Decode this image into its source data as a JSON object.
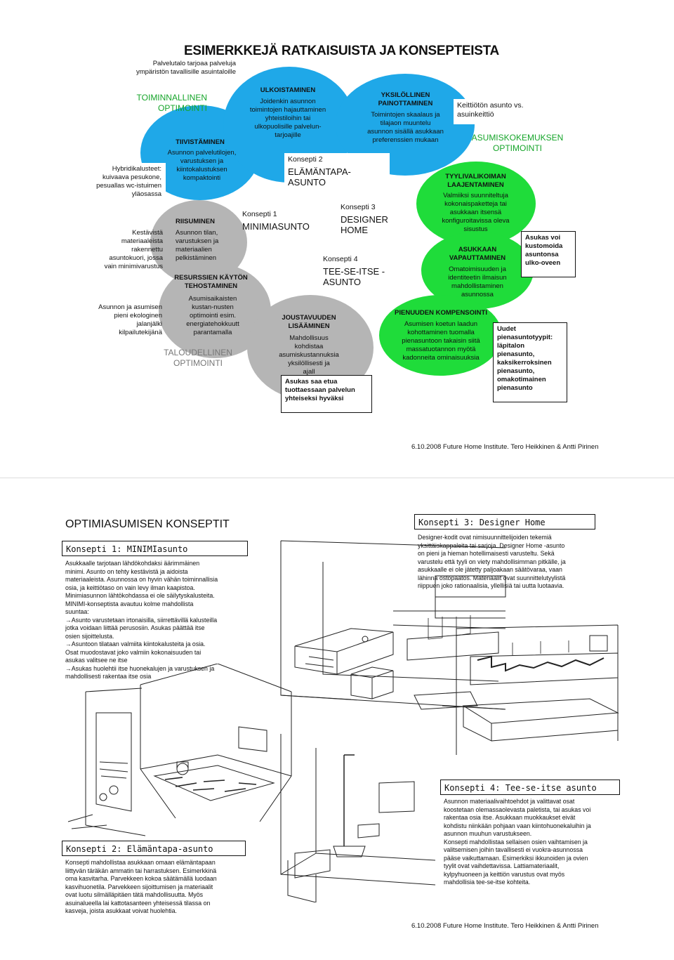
{
  "page1": {
    "title": "ESIMERKKEJÄ RATKAISUISTA JA KONSEPTEISTA",
    "palvelutalo": "Palvelutalo tarjoaa palveluja\nympäristön tavallisille asuintaloille",
    "toiminnallinen": "TOIMINNALLINEN\nOPTIMOINTI",
    "hybridi": "Hybridikalusteet:\nkuivaava pesukone,\npesuallas wc-istuimen\nyläosassa",
    "kestavista": "Kestävistä\nmateriaaleista\nrakennettu\nasuntokuori, jossa\nvain minimivarustus",
    "ekologinen": "Asunnon ja asumisen\npieni ekologinen\njalanjälki\nkilpailutekijänä",
    "tiivistaminen_title": "TIIVISTÄMINEN",
    "tiivistaminen_body": "Asunnon palvelutilojen,\nvarustuksen ja\nkiintokalustuksen\nkompaktointi",
    "riisuminen_title": "RIISUMINEN",
    "riisuminen_body": "Asunnon tilan,\nvarustuksen ja\nmateriaalien\npelkistäminen",
    "resurssien_title": "RESURSSIEN KÄYTÖN\nTEHOSTAMINEN",
    "resurssien_body": "Asumisaikaisten\nkustan-nusten\noptimointi esim.\nenergiatehokkuutt\nparantamalla",
    "taloudellinen": "TALOUDELLINEN\nOPTIMOINTI",
    "ulkoistaminen_title": "ULKOISTAMINEN",
    "ulkoistaminen_body": "Joidenkin asunnon\ntoimintojen hajauttaminen\nyhteistiloihin tai\nulkopuolisille palvelun-\ntarjoajille",
    "k1_label": "Konsepti 1",
    "k1_name": "MINIMIASUNTO",
    "k2_label": "Konsepti 2",
    "k2_name": "ELÄMÄNTAPA-ASUNTO",
    "k3_label": "Konsepti 3",
    "k3_name": "DESIGNER HOME",
    "k4_label": "Konsepti 4",
    "k4_name": "TEE-SE-ITSE -ASUNTO",
    "yksilollinen_title": "YKSILÖLLINEN\nPAINOTTAMINEN",
    "yksilollinen_body": "Toimintojen skaalaus ja\ntilajaon muuntelu\nasunnon sisällä asukkaan\npreferenssien mukaan",
    "joustavuuden_title": "JOUSTAVUUDEN\nLISÄÄMINEN",
    "joustavuuden_body": "Mahdollisuus\nkohdistaa\nasumiskustannuksia\nyksilöllisesti ja\najall",
    "asukas_saa": "Asukas saa etua\ntuottaessaan palvelun\nyhteiseksi hyväksi",
    "keittioton": "Keittiötön asunto vs.\nasuinkeittiö",
    "asumiskokemuksen": "ASUMISKOKEMUKSEN\nOPTIMOINTI",
    "tyylivalikoiman_title": "TYYLIVALIKOIMAN\nLAAJENTAMINEN",
    "tyylivalikoiman_body": "Valmiiksi suunniteltuja\nkokonaispaketteja tai\nasukkaan itsensä\nkonfiguroitavissa oleva\nsisustus",
    "asukkaan_title": "ASUKKAAN\nVAPAUTTAMINEN",
    "asukkaan_body": "Omatoimisuuden ja\nidentiteetin ilmaisun\nmahdollistaminen\nasunnossa",
    "pienuuden_title": "PIENUUDEN KOMPENSOINTI",
    "pienuuden_body": "Asumisen koetun laadun\nkohottaminen tuomalla\npienasuntoon takaisin siitä\nmassatuotannon myötä\nkadonneita ominaisuuksia",
    "asukas_voi": "Asukas voi\nkustomoida\nasuntonsa\nulko-oveen",
    "uudet": "Uudet\npienasuntotyypit:\nläpitalon\npienasunto,\nkaksikerroksinen\npienasunto,\nomakotimainen\npienasunto",
    "footer": "6.10.2008 Future Home Institute. Tero Heikkinen & Antti Pirinen"
  },
  "page2": {
    "main_title": "OPTIMIASUMISEN KONSEPTIT",
    "k1_title": "Konsepti 1: MINIMIasunto",
    "k1_text": "Asukkaalle tarjotaan lähdökohdaksi äärimmäinen\nminimi. Asunto on tehty kestävistä ja aidoista\nmateriaaleista. Asunnossa on hyvin vähän toiminnallisia\nosia, ja keittiötaso on vain levy ilman kaapistoa.\nMinimiasunnon lähtökohdassa ei ole säilytyskalusteita.\nMINIMI-konseptista avautuu kolme mahdollista\nsuuntaa:\n→Asunto varustetaan irtonaisilla, siirrettävillä kalusteilla\njotka voidaan liittää perusosiin. Asukas päättää itse\nosien sijoittelusta.\n→Asuntoon tilataan valmiita kiintokalusteita ja osia.\nOsat muodostavat joko valmiin kokonaisuuden tai\nasukas valitsee ne itse\n→Asukas huolehtii itse huonekalujen ja varustuksen ja\nmahdollisesti rakentaa itse osia",
    "k3_title": "Konsepti 3: Designer Home",
    "k3_text": "Designer-kodit ovat nimisuunnittelijoiden tekemiä\nyksittäiskappaleita tai sarjoja. Designer Home -asunto\non pieni ja hieman hotellimaisesti varusteltu. Sekä\nvarustelu että tyyli on viety mahdollisimman pitkälle, ja\nasukkaalle ei ole jätetty paljoakaan säätövaraa, vaan\nlähinnä osto­päätös. Materiaalit ovat suunnittelutyylistä\nriippuen joko rationaalisia, yllellisiä tai uutta luotaavia.",
    "k4_title": "Konsepti 4: Tee-se-itse asunto",
    "k4_text": "Asunnon materiaalivaihtoehdot ja valittavat osat\nkoostetaan olemassaolevasta paletista, tai asukas voi\nrakentaa osia itse. Asukkaan muokkaukset eivät\nkohdistu niinkään pohjaan vaan kiintohuonekaluihin ja\nasunnon muuhun varustukseen.\nKonsepti mahdollistaa sellaisen osien vaihtamisen ja\nvalitsemisen joihin tavallisesti ei vuokra-asunnossa\npääse vaikuttamaan. Esimerkiksi ikkunoiden ja ovien\ntyylit ovat vaihdettavissa. Lattiamateriaalit,\nkylpyhuoneen ja keittiön varustus ovat myös\nmahdollisia tee-se-itse kohteita.",
    "k2_title": "Konsepti 2: Elämäntapa-asunto",
    "k2_text": "Konsepti mahdollistaa asukkaan omaan elämäntapaan\nliittyvän täräkän ammatin tai harrastuksen. Esimerkkinä\noma kasvitarha. Parvekkeen kokoa säätämällä luodaan\nkasvihuonetila. Parvekkeen sijoittumisen ja materiaalit\novat luotu silmälläpitäen tätä mahdollisuutta. Myös\nasuinalueella lai kattotasanteen yhteisessä tilassa on\nkasveja, joista asukkaat voivat huolehtia.",
    "footer": "6.10.2008 Future Home Institute. Tero Heikkinen & Antti Pirinen"
  }
}
